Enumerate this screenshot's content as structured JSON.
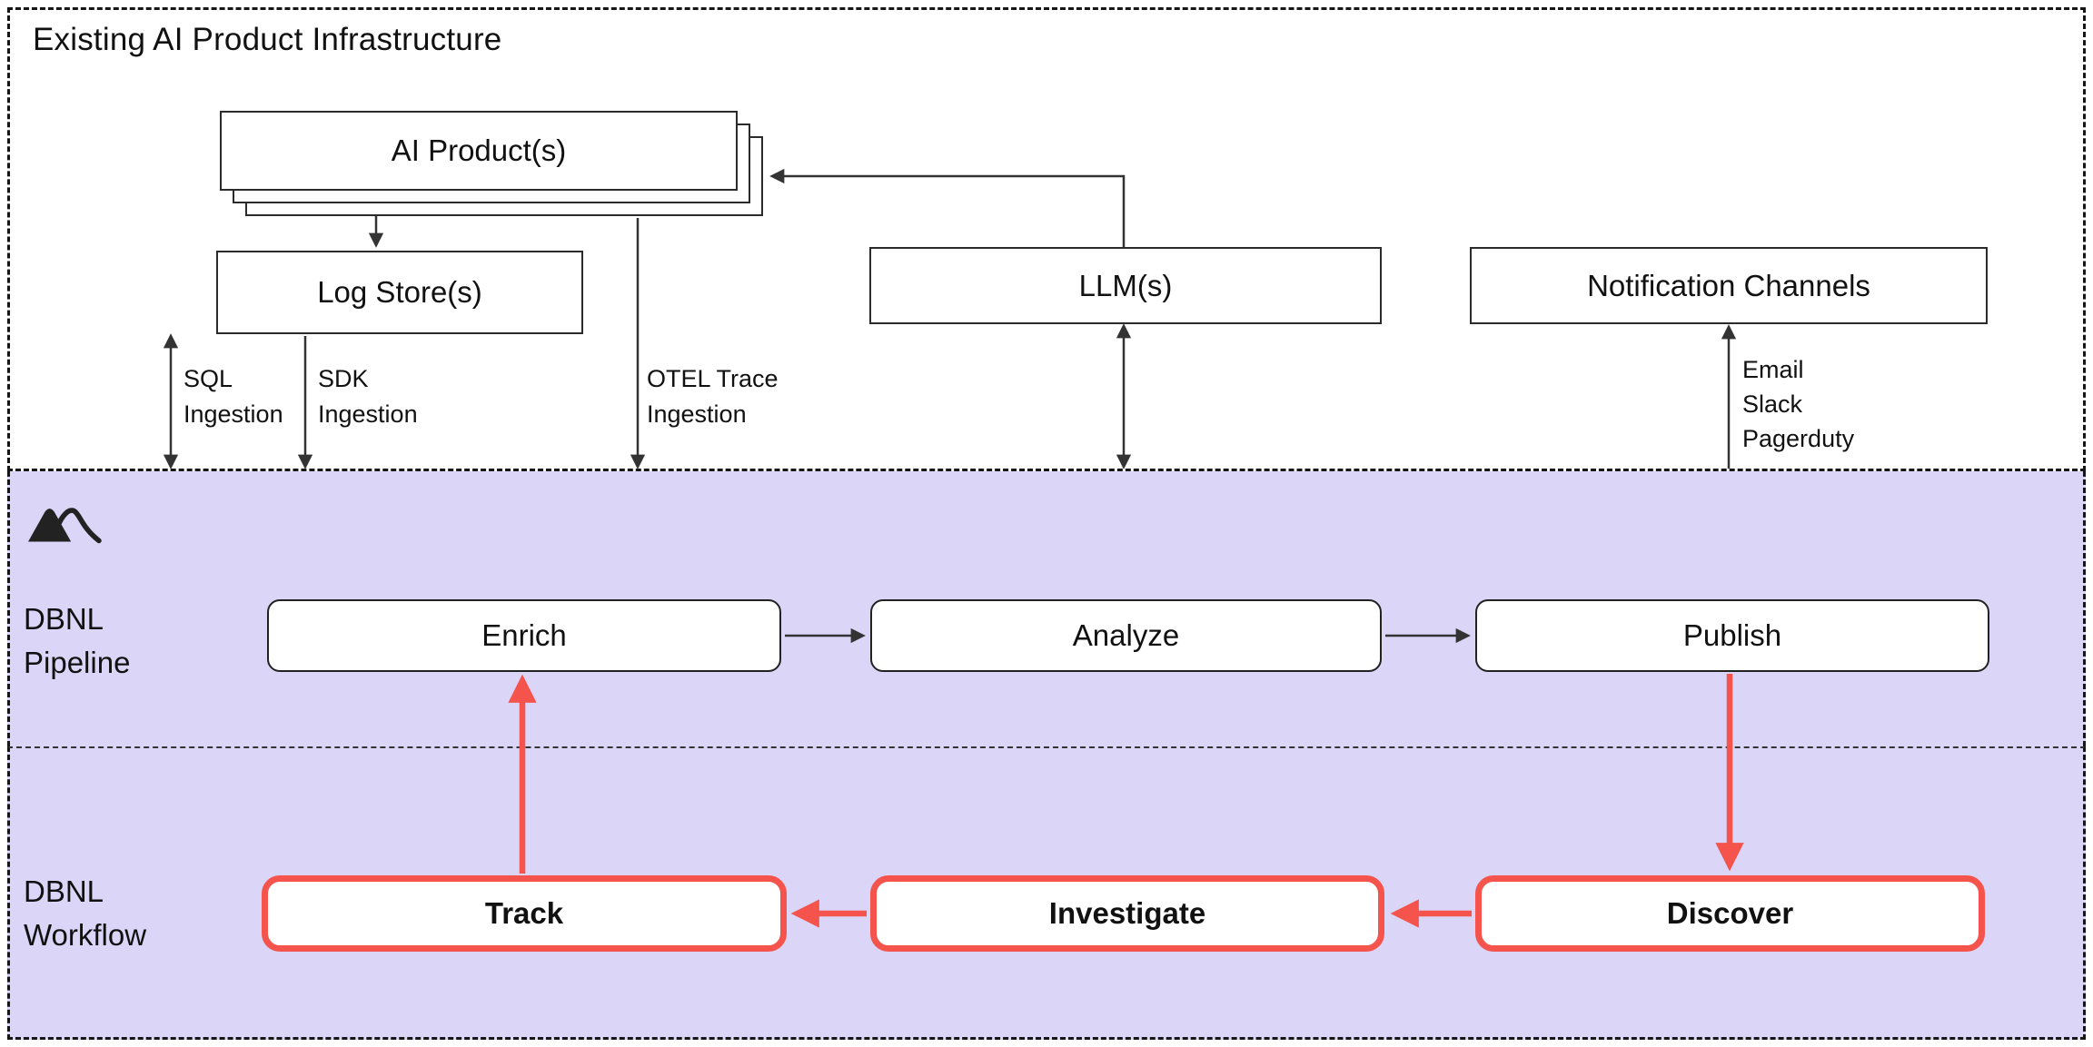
{
  "colors": {
    "section_background": "#dbd5f7",
    "accent_red": "#f4544c",
    "line_dark": "#333333"
  },
  "infrastructure": {
    "title": "Existing AI Product Infrastructure",
    "nodes": {
      "ai_products": "AI Product(s)",
      "log_stores": "Log Store(s)",
      "llms": "LLM(s)",
      "notification_channels": "Notification Channels"
    },
    "edge_labels": {
      "sql": [
        "SQL",
        "Ingestion"
      ],
      "sdk": [
        "SDK",
        "Ingestion"
      ],
      "otel": [
        "OTEL Trace",
        "Ingestion"
      ],
      "notification": [
        "Email",
        "Slack",
        "Pagerduty"
      ]
    }
  },
  "pipeline": {
    "label_lines": [
      "DBNL",
      "Pipeline"
    ],
    "logo": "dbnl-mountain-logo",
    "stages": [
      "Enrich",
      "Analyze",
      "Publish"
    ]
  },
  "workflow": {
    "label_lines": [
      "DBNL",
      "Workflow"
    ],
    "stages": [
      "Track",
      "Investigate",
      "Discover"
    ]
  }
}
